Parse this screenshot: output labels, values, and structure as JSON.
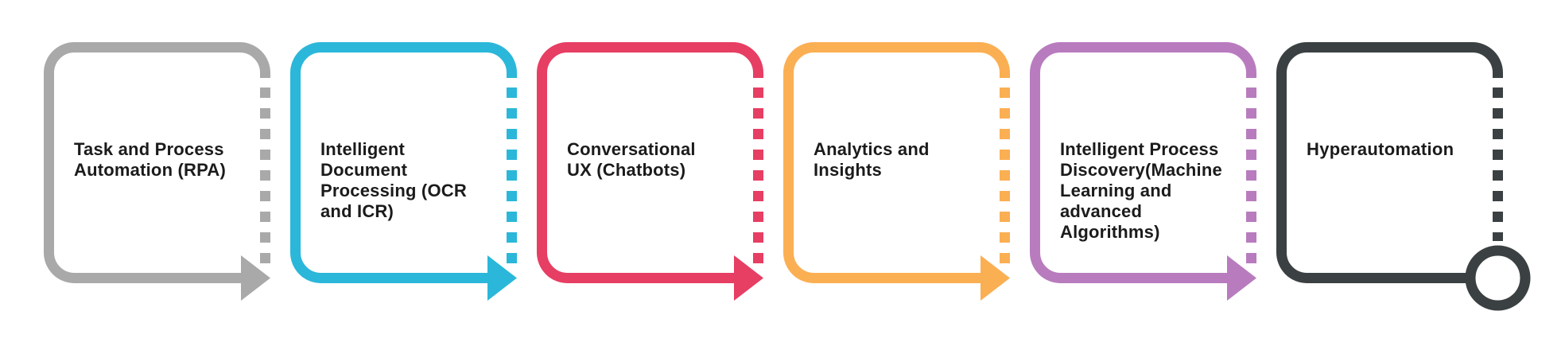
{
  "diagram": {
    "name": "automation-maturity-journey",
    "background_color": "#ffffff",
    "text_color": "#1b1b1b",
    "cards": [
      {
        "id": "task-and-process-automation-rpa",
        "label": "Task and Process\nAutomation (RPA)",
        "color": "#a9a9a9",
        "end_marker": "arrow",
        "bold": false
      },
      {
        "id": "intelligent-document-processing",
        "label": "Intelligent\nDocument\nProcessing (OCR\nand ICR)",
        "color": "#2bb7d9",
        "end_marker": "arrow",
        "bold": false
      },
      {
        "id": "conversational-ux-chatbots",
        "label": "Conversational\nUX (Chatbots)",
        "color": "#e73e63",
        "end_marker": "arrow",
        "bold": false
      },
      {
        "id": "analytics-and-insights",
        "label": "Analytics and\nInsights",
        "color": "#fbaf53",
        "end_marker": "arrow",
        "bold": false
      },
      {
        "id": "intelligent-process-discovery",
        "label": "Intelligent Process\nDiscovery(Machine\nLearning and\nadvanced\nAlgorithms)",
        "color": "#b87cbe",
        "end_marker": "arrow",
        "bold": false
      },
      {
        "id": "hyperautomation",
        "label": "Hyperautomation",
        "color": "#3b4142",
        "end_marker": "circle",
        "bold": true
      }
    ]
  }
}
